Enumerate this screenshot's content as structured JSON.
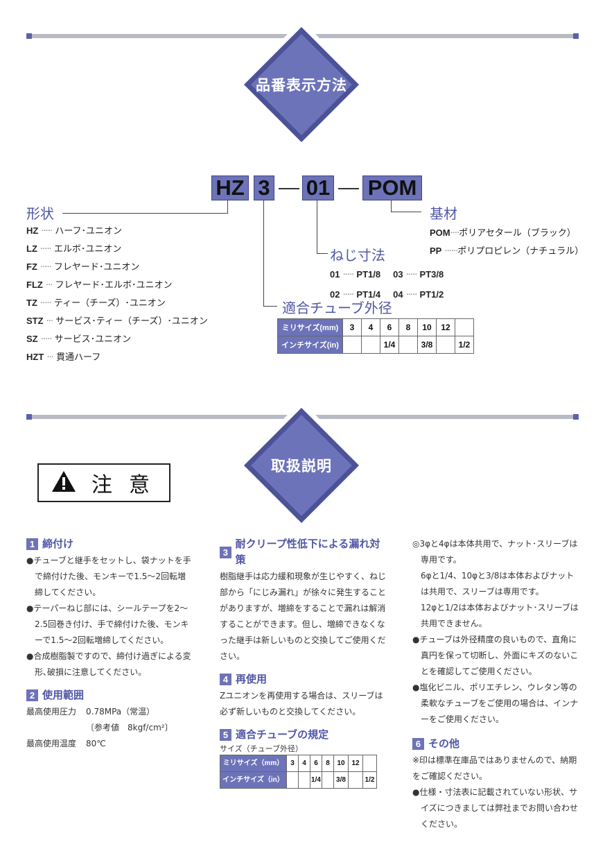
{
  "section1": {
    "title": "品番表示方法"
  },
  "part_number": {
    "p1": "HZ",
    "p2": "3",
    "p3": "01",
    "p4": "POM"
  },
  "shape": {
    "heading": "形状",
    "items": [
      {
        "code": "HZ",
        "dots": "·····",
        "name": "ハーフ･ユニオン"
      },
      {
        "code": "LZ",
        "dots": "·····",
        "name": "エルボ･ユニオン"
      },
      {
        "code": "FZ",
        "dots": "·····",
        "name": "フレヤード･ユニオン"
      },
      {
        "code": "FLZ",
        "dots": "···",
        "name": "フレヤード･エルボ･ユニオン"
      },
      {
        "code": "TZ",
        "dots": "·····",
        "name": "ティー（チーズ）･ユニオン"
      },
      {
        "code": "STZ",
        "dots": "···",
        "name": "サービス･ティー（チーズ）･ユニオン"
      },
      {
        "code": "SZ",
        "dots": "·····",
        "name": "サービス･ユニオン"
      },
      {
        "code": "HZT",
        "dots": "···",
        "name": "貫通ハーフ"
      }
    ]
  },
  "material": {
    "heading": "基材",
    "items": [
      {
        "code": "POM",
        "dots": "····",
        "name": "ポリアセタール（ブラック）"
      },
      {
        "code": "PP",
        "dots": "······",
        "name": "ポリプロピレン（ナチュラル）"
      }
    ]
  },
  "thread": {
    "heading": "ねじ寸法",
    "items": [
      {
        "code": "01",
        "dots": "·····",
        "value": "PT1/8"
      },
      {
        "code": "03",
        "dots": "·····",
        "value": "PT3/8"
      },
      {
        "code": "02",
        "dots": "·····",
        "value": "PT1/4"
      },
      {
        "code": "04",
        "dots": "·····",
        "value": "PT1/2"
      }
    ]
  },
  "tube": {
    "heading": "適合チューブ外径",
    "row1_label": "ミリサイズ(mm)",
    "row2_label": "インチサイズ(in)",
    "mm": [
      "3",
      "4",
      "6",
      "8",
      "10",
      "12",
      ""
    ],
    "inch": [
      "",
      "",
      "1/4",
      "",
      "3/8",
      "",
      "1/2"
    ]
  },
  "section2": {
    "title": "取扱説明"
  },
  "caution": {
    "label": "注意"
  },
  "instructions": {
    "s1": {
      "num": "1",
      "title": "締付け",
      "bullets": [
        "●チューブと継手をセットし、袋ナットを手で締付けた後、モンキーで1.5～2回転増締してください。",
        "●テーパーねじ部には、シールテープを2～2.5回巻き付け、手で締付けた後、モンキーで1.5～2回転増締してください。",
        "●合成樹脂製ですので、締付け過ぎによる変形､破損に注意してください。"
      ]
    },
    "s2": {
      "num": "2",
      "title": "使用範囲",
      "k1": "最高使用圧力",
      "v1": "0.78MPa（常温）",
      "v1b": "〔参考値　8kgf/cm²〕",
      "k2": "最高使用温度",
      "v2": "80℃"
    },
    "s3": {
      "num": "3",
      "title": "耐クリープ性低下による漏れ対策",
      "body": "樹脂継手は応力緩和現象が生じやすく、ねじ部から「にじみ漏れ」が徐々に発生することがありますが、増締をすることで漏れは解消することができます。但し、増締できなくなった継手は新しいものと交換してご使用ください。"
    },
    "s4": {
      "num": "4",
      "title": "再使用",
      "body": "Zユニオンを再使用する場合は、スリーブは必ず新しいものと交換してください。"
    },
    "s5": {
      "num": "5",
      "title": "適合チューブの規定",
      "caption": "サイズ（チューブ外径）",
      "row1_label": "ミリサイズ（mm）",
      "row2_label": "インチサイズ（in）",
      "mm": [
        "3",
        "4",
        "6",
        "8",
        "10",
        "12",
        ""
      ],
      "inch": [
        "",
        "",
        "1/4",
        "",
        "3/8",
        "",
        "1/2"
      ]
    },
    "note": {
      "p1": "◎3φと4φは本体共用で、ナット･スリーブは専用です。",
      "p2": "6φと1/4、10φと3/8は本体およびナットは共用で、スリーブは専用です。",
      "p3": "12φと1/2は本体およびナット･スリーブは共用できません。",
      "b1": "●チューブは外径精度の良いもので、直角に真円を保って切断し、外面にキズのないことを確認してご使用ください。",
      "b2": "●塩化ビニル、ポリエチレン、ウレタン等の柔軟なチューブをご使用の場合は、インナーをご使用ください。"
    },
    "s6": {
      "num": "6",
      "title": "その他",
      "p1": "※印は標準在庫品ではありませんので、納期をご確認ください。",
      "b1": "●仕様・寸法表に記載されていない形状、サイズにつきましては弊社までお問い合わせください。"
    }
  }
}
